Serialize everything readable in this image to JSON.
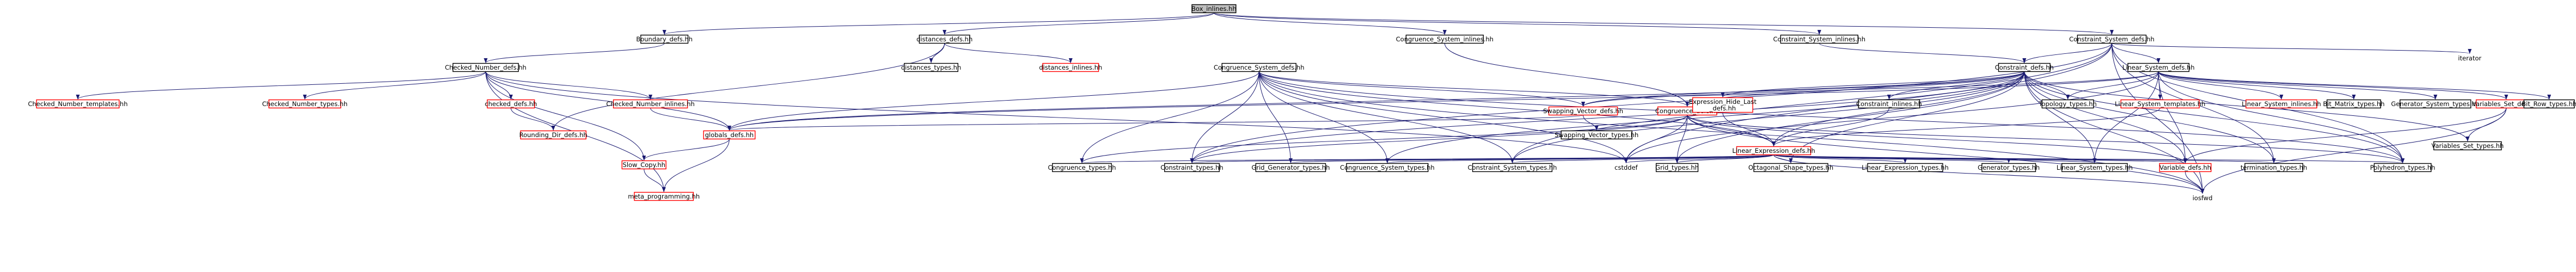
{
  "colors": {
    "root_fill": "#bfbfbf",
    "node_fill": "#ffffff",
    "node_border": "#000000",
    "missing_border": "#ff0000",
    "edge": "#191970",
    "text": "#000000"
  },
  "nodes": [
    {
      "id": "root",
      "label": "Box_inlines.hh",
      "kind": "root"
    },
    {
      "id": "boundary",
      "label": "Boundary_defs.hh",
      "kind": "doc"
    },
    {
      "id": "distances",
      "label": "distances_defs.hh",
      "kind": "doc"
    },
    {
      "id": "cong_sys_inl",
      "label": "Congruence_System_inlines.hh",
      "kind": "doc"
    },
    {
      "id": "cons_sys_inl",
      "label": "Constraint_System_inlines.hh",
      "kind": "doc"
    },
    {
      "id": "cons_sys_defs",
      "label": "Constraint_System_defs.hh",
      "kind": "doc"
    },
    {
      "id": "iterator",
      "label": "iterator",
      "kind": "plain"
    },
    {
      "id": "checked_num_defs",
      "label": "Checked_Number_defs.hh",
      "kind": "doc"
    },
    {
      "id": "distances_types",
      "label": "distances_types.hh",
      "kind": "doc"
    },
    {
      "id": "distances_inl",
      "label": "distances_inlines.hh",
      "kind": "missing"
    },
    {
      "id": "cong_sys_defs",
      "label": "Congruence_System_defs.hh",
      "kind": "doc"
    },
    {
      "id": "constraint_defs",
      "label": "Constraint_defs.hh",
      "kind": "doc"
    },
    {
      "id": "linear_sys_defs",
      "label": "Linear_System_defs.hh",
      "kind": "doc"
    },
    {
      "id": "cn_templates",
      "label": "Checked_Number_templates.hh",
      "kind": "missing"
    },
    {
      "id": "cn_types",
      "label": "Checked_Number_types.hh",
      "kind": "missing"
    },
    {
      "id": "checked_defs",
      "label": "checked_defs.hh",
      "kind": "missing"
    },
    {
      "id": "cn_inlines",
      "label": "Checked_Number_inlines.hh",
      "kind": "missing"
    },
    {
      "id": "rounding",
      "label": "Rounding_Dir_defs.hh",
      "kind": "missing"
    },
    {
      "id": "globals",
      "label": "globals_defs.hh",
      "kind": "missing"
    },
    {
      "id": "slow_copy",
      "label": "Slow_Copy.hh",
      "kind": "missing"
    },
    {
      "id": "meta_prog",
      "label": "meta_programming.hh",
      "kind": "missing"
    },
    {
      "id": "swap_vec_defs",
      "label": "Swapping_Vector_defs.hh",
      "kind": "missing"
    },
    {
      "id": "swap_vec_types",
      "label": "Swapping_Vector_types.hh",
      "kind": "doc"
    },
    {
      "id": "congruence_defs",
      "label": "Congruence_defs.hh",
      "kind": "missing"
    },
    {
      "id": "expr_hide_last",
      "label": "Expression_Hide_Last\n_defs.hh",
      "kind": "missing"
    },
    {
      "id": "constraint_inl",
      "label": "Constraint_inlines.hh",
      "kind": "doc"
    },
    {
      "id": "topology",
      "label": "Topology_types.hh",
      "kind": "doc"
    },
    {
      "id": "lin_sys_templates",
      "label": "Linear_System_templates.hh",
      "kind": "missing"
    },
    {
      "id": "lin_sys_inl",
      "label": "Linear_System_inlines.hh",
      "kind": "missing"
    },
    {
      "id": "bit_matrix",
      "label": "Bit_Matrix_types.hh",
      "kind": "doc"
    },
    {
      "id": "gen_sys_types",
      "label": "Generator_System_types.hh",
      "kind": "doc"
    },
    {
      "id": "variables_set_defs",
      "label": "Variables_Set_defs.hh",
      "kind": "missing"
    },
    {
      "id": "bit_row",
      "label": "Bit_Row_types.hh",
      "kind": "doc"
    },
    {
      "id": "variables_set_types",
      "label": "Variables_Set_types.hh",
      "kind": "doc"
    },
    {
      "id": "lin_expr_defs",
      "label": "Linear_Expression_defs.hh",
      "kind": "missing"
    },
    {
      "id": "congruence_types",
      "label": "Congruence_types.hh",
      "kind": "doc"
    },
    {
      "id": "constraint_types",
      "label": "Constraint_types.hh",
      "kind": "doc"
    },
    {
      "id": "grid_gen_types",
      "label": "Grid_Generator_types.hh",
      "kind": "doc"
    },
    {
      "id": "cong_sys_types",
      "label": "Congruence_System_types.hh",
      "kind": "doc"
    },
    {
      "id": "cons_sys_types",
      "label": "Constraint_System_types.hh",
      "kind": "doc"
    },
    {
      "id": "cstddef",
      "label": "cstddef",
      "kind": "plain"
    },
    {
      "id": "grid_types",
      "label": "Grid_types.hh",
      "kind": "doc"
    },
    {
      "id": "octagonal",
      "label": "Octagonal_Shape_types.hh",
      "kind": "doc"
    },
    {
      "id": "lin_expr_types",
      "label": "Linear_Expression_types.hh",
      "kind": "doc"
    },
    {
      "id": "generator_types",
      "label": "Generator_types.hh",
      "kind": "doc"
    },
    {
      "id": "lin_sys_types",
      "label": "Linear_System_types.hh",
      "kind": "doc"
    },
    {
      "id": "variable_defs",
      "label": "Variable_defs.hh",
      "kind": "missing"
    },
    {
      "id": "termination",
      "label": "termination_types.hh",
      "kind": "doc"
    },
    {
      "id": "polyhedron",
      "label": "Polyhedron_types.hh",
      "kind": "doc"
    },
    {
      "id": "iosfwd",
      "label": "iosfwd",
      "kind": "plain"
    }
  ],
  "edges": [
    [
      "root",
      "boundary"
    ],
    [
      "root",
      "distances"
    ],
    [
      "root",
      "cong_sys_inl"
    ],
    [
      "root",
      "cons_sys_inl"
    ],
    [
      "root",
      "cons_sys_defs"
    ],
    [
      "boundary",
      "checked_num_defs"
    ],
    [
      "distances",
      "distances_types"
    ],
    [
      "distances",
      "distances_inl"
    ],
    [
      "distances",
      "rounding"
    ],
    [
      "cong_sys_inl",
      "congruence_defs"
    ],
    [
      "cons_sys_inl",
      "constraint_defs"
    ],
    [
      "cons_sys_defs",
      "linear_sys_defs"
    ],
    [
      "cons_sys_defs",
      "constraint_defs"
    ],
    [
      "cons_sys_defs",
      "iterator"
    ],
    [
      "cons_sys_defs",
      "iosfwd"
    ],
    [
      "cons_sys_defs",
      "cstddef"
    ],
    [
      "cons_sys_defs",
      "cons_sys_types"
    ],
    [
      "cons_sys_defs",
      "polyhedron"
    ],
    [
      "cons_sys_defs",
      "termination"
    ],
    [
      "cons_sys_defs",
      "constraint_types"
    ],
    [
      "checked_num_defs",
      "cn_templates"
    ],
    [
      "checked_num_defs",
      "cn_types"
    ],
    [
      "checked_num_defs",
      "checked_defs"
    ],
    [
      "checked_num_defs",
      "cn_inlines"
    ],
    [
      "checked_num_defs",
      "globals"
    ],
    [
      "checked_num_defs",
      "slow_copy"
    ],
    [
      "checked_num_defs",
      "meta_prog"
    ],
    [
      "checked_num_defs",
      "cstddef"
    ],
    [
      "checked_defs",
      "rounding"
    ],
    [
      "cn_inlines",
      "globals"
    ],
    [
      "globals",
      "slow_copy"
    ],
    [
      "globals",
      "meta_prog"
    ],
    [
      "slow_copy",
      "meta_prog"
    ],
    [
      "cong_sys_defs",
      "globals"
    ],
    [
      "cong_sys_defs",
      "swap_vec_defs"
    ],
    [
      "cong_sys_defs",
      "congruence_defs"
    ],
    [
      "cong_sys_defs",
      "congruence_types"
    ],
    [
      "cong_sys_defs",
      "constraint_types"
    ],
    [
      "cong_sys_defs",
      "grid_gen_types"
    ],
    [
      "cong_sys_defs",
      "cong_sys_types"
    ],
    [
      "cong_sys_defs",
      "cons_sys_types"
    ],
    [
      "cong_sys_defs",
      "cstddef"
    ],
    [
      "cong_sys_defs",
      "lin_expr_defs"
    ],
    [
      "cong_sys_defs",
      "polyhedron"
    ],
    [
      "cong_sys_defs",
      "iosfwd"
    ],
    [
      "swap_vec_defs",
      "swap_vec_types"
    ],
    [
      "swap_vec_defs",
      "globals"
    ],
    [
      "congruence_defs",
      "lin_expr_defs"
    ],
    [
      "congruence_defs",
      "congruence_types"
    ],
    [
      "congruence_defs",
      "constraint_types"
    ],
    [
      "congruence_defs",
      "grid_types"
    ],
    [
      "congruence_defs",
      "cstddef"
    ],
    [
      "congruence_defs",
      "iosfwd"
    ],
    [
      "congruence_defs",
      "variable_defs"
    ],
    [
      "congruence_defs",
      "polyhedron"
    ],
    [
      "constraint_defs",
      "expr_hide_last"
    ],
    [
      "constraint_defs",
      "constraint_inl"
    ],
    [
      "constraint_defs",
      "topology"
    ],
    [
      "constraint_defs",
      "variables_set_types"
    ],
    [
      "constraint_defs",
      "swap_vec_defs"
    ],
    [
      "constraint_defs",
      "congruence_defs"
    ],
    [
      "constraint_defs",
      "lin_expr_defs"
    ],
    [
      "constraint_defs",
      "constraint_types"
    ],
    [
      "constraint_defs",
      "cong_sys_types"
    ],
    [
      "constraint_defs",
      "cons_sys_types"
    ],
    [
      "constraint_defs",
      "grid_types"
    ],
    [
      "constraint_defs",
      "octagonal"
    ],
    [
      "constraint_defs",
      "lin_sys_types"
    ],
    [
      "constraint_defs",
      "variable_defs"
    ],
    [
      "constraint_defs",
      "termination"
    ],
    [
      "constraint_defs",
      "polyhedron"
    ],
    [
      "constraint_defs",
      "globals"
    ],
    [
      "constraint_defs",
      "iosfwd"
    ],
    [
      "expr_hide_last",
      "lin_expr_defs"
    ],
    [
      "constraint_inl",
      "lin_expr_defs"
    ],
    [
      "linear_sys_defs",
      "lin_sys_templates"
    ],
    [
      "linear_sys_defs",
      "lin_sys_inl"
    ],
    [
      "linear_sys_defs",
      "topology"
    ],
    [
      "linear_sys_defs",
      "bit_matrix"
    ],
    [
      "linear_sys_defs",
      "gen_sys_types"
    ],
    [
      "linear_sys_defs",
      "variables_set_defs"
    ],
    [
      "linear_sys_defs",
      "bit_row"
    ],
    [
      "linear_sys_defs",
      "swap_vec_defs"
    ],
    [
      "linear_sys_defs",
      "lin_sys_types"
    ],
    [
      "linear_sys_defs",
      "polyhedron"
    ],
    [
      "linear_sys_defs",
      "variable_defs"
    ],
    [
      "linear_sys_defs",
      "globals"
    ],
    [
      "linear_sys_defs",
      "cstddef"
    ],
    [
      "lin_sys_templates",
      "lin_expr_defs"
    ],
    [
      "variables_set_defs",
      "variables_set_types"
    ],
    [
      "variables_set_defs",
      "variable_defs"
    ],
    [
      "variables_set_defs",
      "iosfwd"
    ],
    [
      "lin_expr_defs",
      "congruence_types"
    ],
    [
      "lin_expr_defs",
      "constraint_types"
    ],
    [
      "lin_expr_defs",
      "grid_gen_types"
    ],
    [
      "lin_expr_defs",
      "cong_sys_types"
    ],
    [
      "lin_expr_defs",
      "cons_sys_types"
    ],
    [
      "lin_expr_defs",
      "cstddef"
    ],
    [
      "lin_expr_defs",
      "grid_types"
    ],
    [
      "lin_expr_defs",
      "octagonal"
    ],
    [
      "lin_expr_defs",
      "lin_expr_types"
    ],
    [
      "lin_expr_defs",
      "generator_types"
    ],
    [
      "lin_expr_defs",
      "lin_sys_types"
    ],
    [
      "lin_expr_defs",
      "variable_defs"
    ],
    [
      "lin_expr_defs",
      "termination"
    ],
    [
      "lin_expr_defs",
      "polyhedron"
    ],
    [
      "lin_expr_defs",
      "iosfwd"
    ],
    [
      "variable_defs",
      "iosfwd"
    ]
  ]
}
